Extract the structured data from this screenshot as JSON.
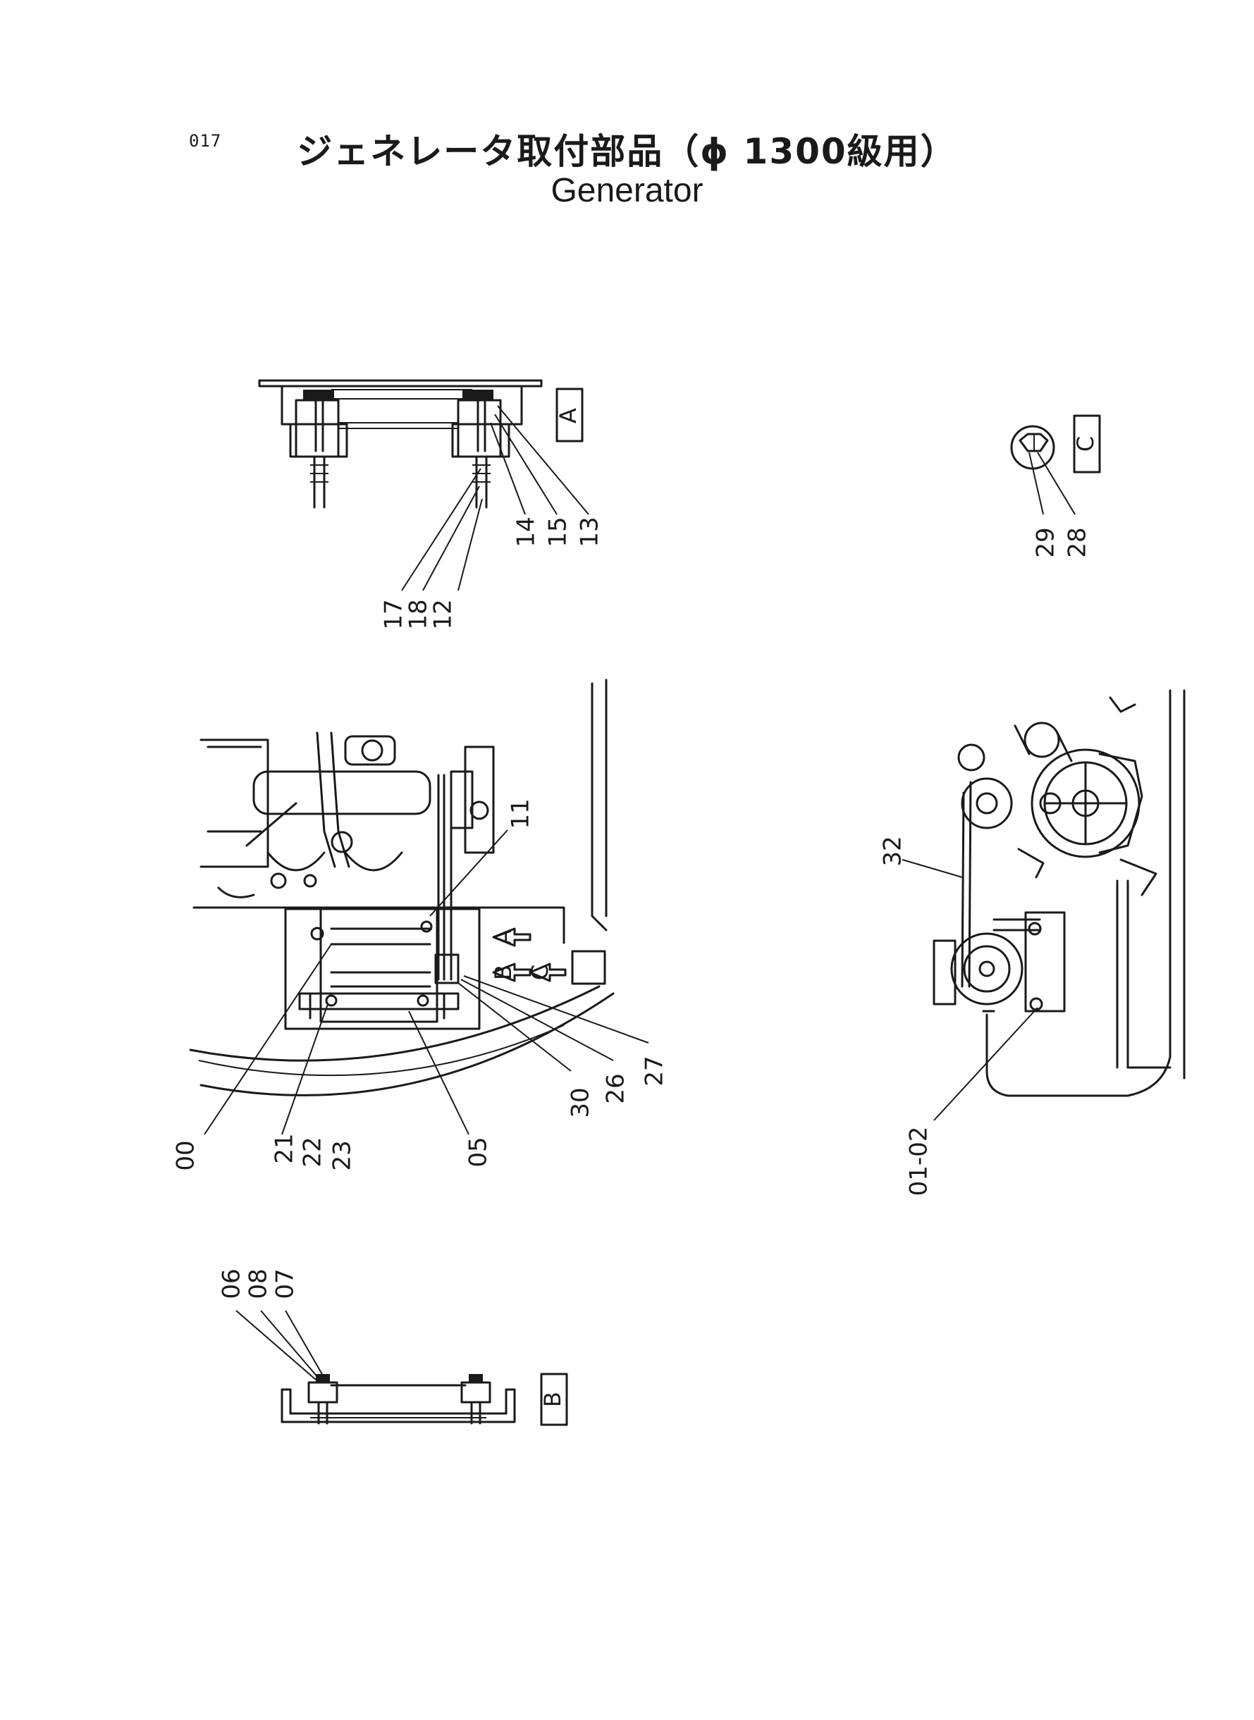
{
  "page_number": "017",
  "title_ja": "ジェネレータ取付部品（ϕ 1300級用）",
  "title_en": "Generator",
  "views": {
    "a": "A",
    "b": "B",
    "c": "C"
  },
  "callouts": {
    "c00": "00",
    "c01_02": "01-02",
    "c05": "05",
    "c06": "06",
    "c07": "07",
    "c08": "08",
    "c11": "11",
    "c12": "12",
    "c13": "13",
    "c14": "14",
    "c15": "15",
    "c17": "17",
    "c18": "18",
    "c21": "21",
    "c22": "22",
    "c23": "23",
    "c26": "26",
    "c27": "27",
    "c28": "28",
    "c29": "29",
    "c30": "30",
    "c32": "32"
  }
}
